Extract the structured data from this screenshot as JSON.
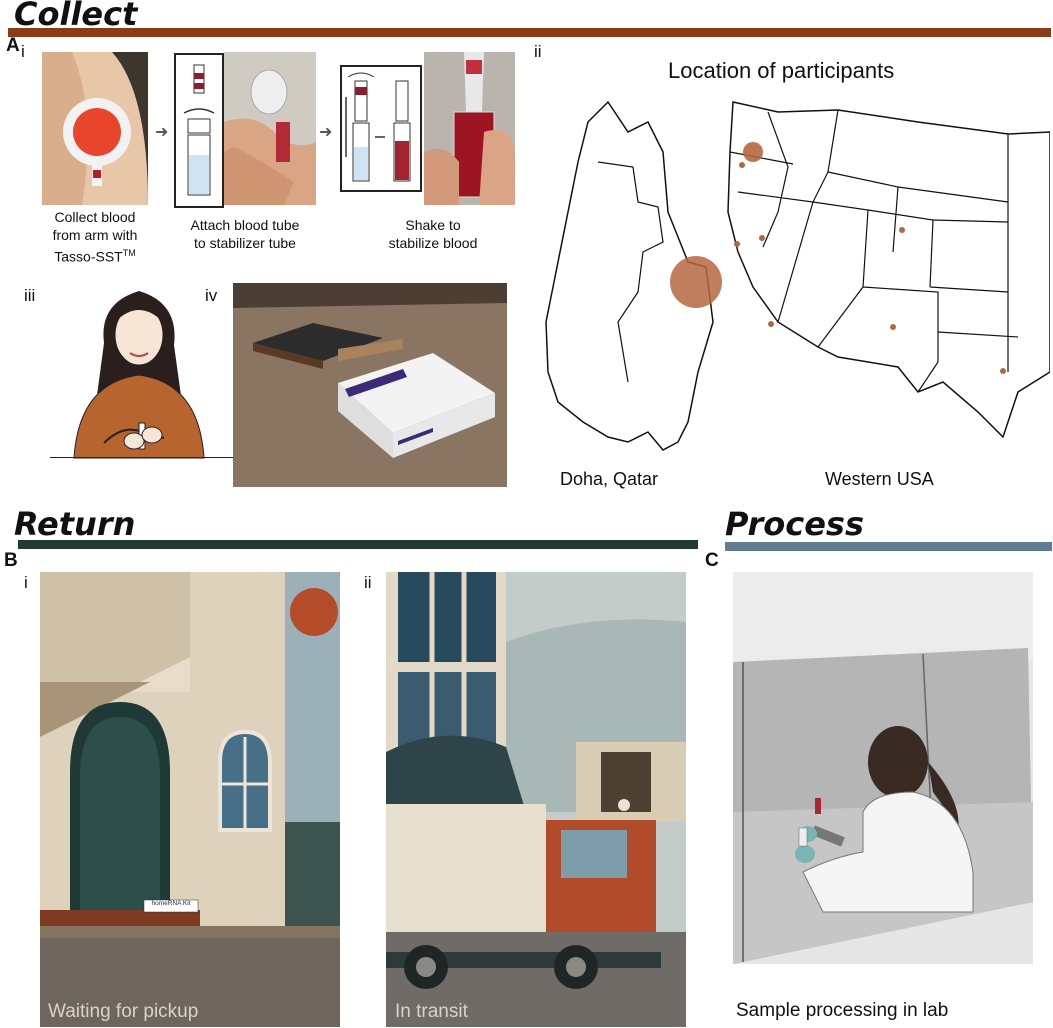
{
  "sections": {
    "collect": {
      "title": "Collect",
      "color": "#8a3c18"
    },
    "return": {
      "title": "Return",
      "color": "#233a35"
    },
    "process": {
      "title": "Process",
      "color": "#5f7c93"
    }
  },
  "panel_labels": {
    "a": "A",
    "b": "B",
    "c": "C"
  },
  "subpanels": {
    "i": "i",
    "ii": "ii",
    "iii": "iii",
    "iv": "iv"
  },
  "steps": {
    "collect_line1": "Collect blood",
    "collect_line2": "from arm with",
    "collect_line3": "Tasso-SST",
    "collect_tm": "TM",
    "attach_line1": "Attach blood tube",
    "attach_line2": "to stabilizer tube",
    "shake_line1": "Shake to",
    "shake_line2": "stabilize blood"
  },
  "map": {
    "title": "Location of participants",
    "qatar_label": "Doha, Qatar",
    "usa_label": "Western USA",
    "marker_color": "#b5673f"
  },
  "kit_label": "homeRNA Kit",
  "captions": {
    "waiting": "Waiting for pickup",
    "transit": "In transit",
    "process": "Sample processing in lab"
  }
}
